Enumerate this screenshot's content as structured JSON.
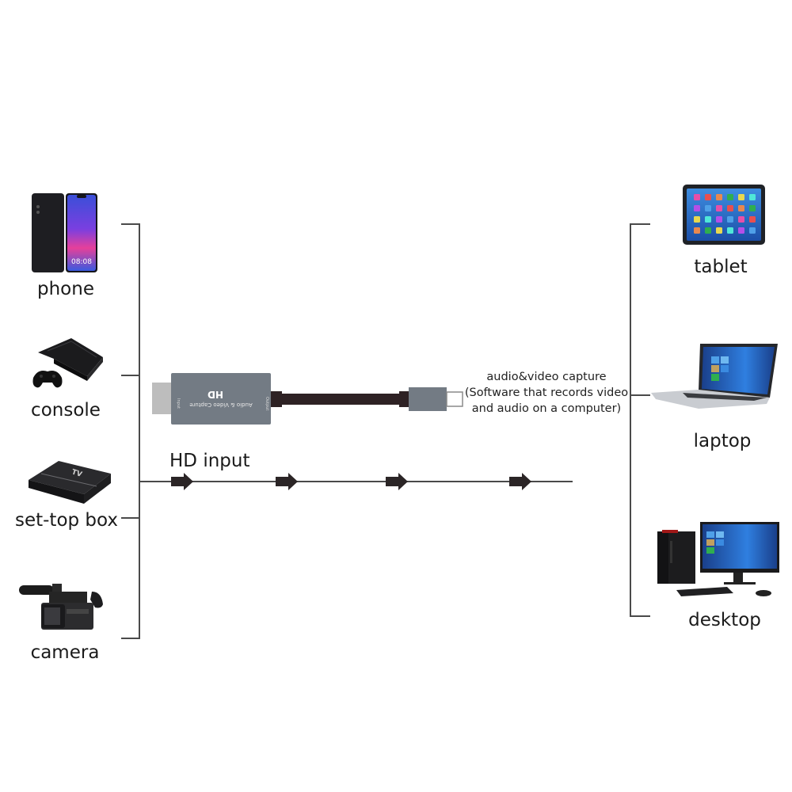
{
  "sources": {
    "items": [
      {
        "label": "phone",
        "icon": "smartphone-icon"
      },
      {
        "label": "console",
        "icon": "game-console-icon"
      },
      {
        "label": "set-top box",
        "icon": "set-top-box-icon"
      },
      {
        "label": "camera",
        "icon": "video-camera-icon"
      }
    ]
  },
  "targets": {
    "items": [
      {
        "label": "tablet",
        "icon": "tablet-icon"
      },
      {
        "label": "laptop",
        "icon": "laptop-icon"
      },
      {
        "label": "desktop",
        "icon": "desktop-computer-icon"
      }
    ]
  },
  "adapter": {
    "brand_text": "HD",
    "product_text": "Audio & Video Capture",
    "input_port_text": "Input",
    "output_port_text": "Output",
    "body_color": "#737b84",
    "cable_color": "#2e2224",
    "plug_color": "#c0c0c0"
  },
  "flow": {
    "label": "HD input",
    "arrow_count": 4,
    "arrow_color": "#2b2526"
  },
  "capture_caption": {
    "line1": "audio&video capture",
    "line2": "(Software that records video",
    "line3": "and audio on a computer)"
  },
  "colors": {
    "line": "#4a4a4a",
    "background": "#ffffff"
  }
}
